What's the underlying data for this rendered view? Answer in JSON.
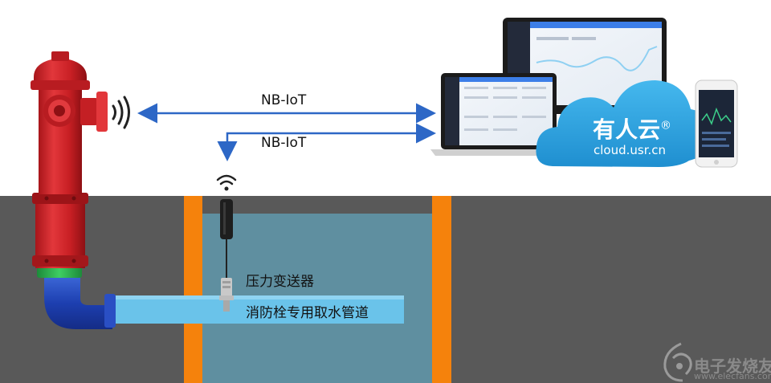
{
  "labels": {
    "link_top": "NB-IoT",
    "link_bottom": "NB-IoT",
    "sensor": "压力变送器",
    "pipe": "消防栓专用取水管道"
  },
  "cloud": {
    "title": "有人云",
    "registered": "®",
    "url": "cloud.usr.cn"
  },
  "watermark": {
    "name": "电子发烧友",
    "url": "www.elecfans.com"
  },
  "colors": {
    "ground": "#595959",
    "water_pit": "#5f8fa0",
    "wall": "#f5820c",
    "pipe": "#6ac3ea",
    "hydrant_red": "#d8262b",
    "cloud_blue": "#2aa3e0",
    "arrow_blue": "#2d67c6"
  }
}
